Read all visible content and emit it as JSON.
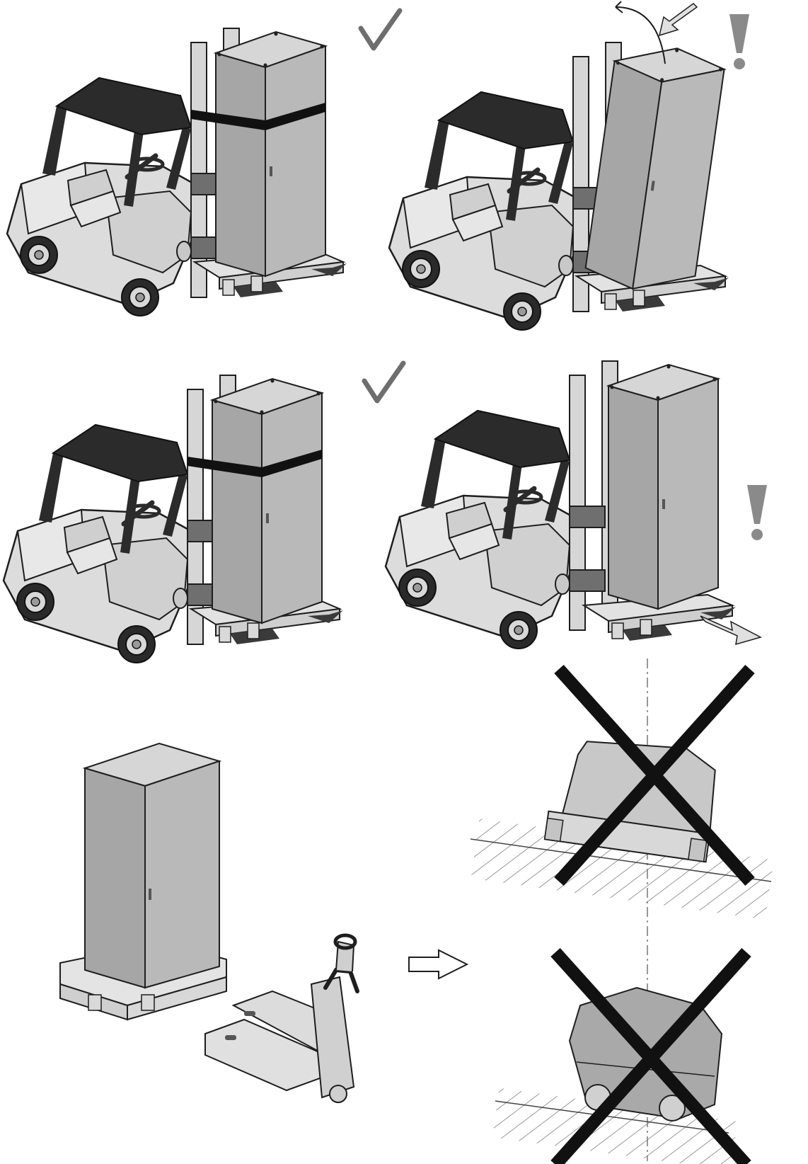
{
  "document": {
    "type": "transport-handling-instructions",
    "panels": [
      {
        "id": "forklift-strapped-upright",
        "status": "correct",
        "status_icon": "check-icon"
      },
      {
        "id": "forklift-unstrapped-tilting",
        "status": "warning",
        "status_icon": "exclamation-icon"
      },
      {
        "id": "forklift-strapped-low-mast",
        "status": "correct",
        "status_icon": "check-icon"
      },
      {
        "id": "forklift-unstrapped-pallet-misaligned",
        "status": "warning",
        "status_icon": "exclamation-icon"
      },
      {
        "id": "pallet-jack-handover",
        "status": "neutral",
        "status_icon": "arrow-right-icon"
      },
      {
        "id": "tilted-on-pallet-ground",
        "status": "prohibited",
        "status_icon": "cross-icon"
      },
      {
        "id": "tilted-on-wheels-ground",
        "status": "prohibited",
        "status_icon": "cross-icon"
      }
    ]
  },
  "colors": {
    "outline": "#1e1e1e",
    "truck_body": "#dcdcdc",
    "truck_shade": "#bdbdbd",
    "roof": "#2b2b2b",
    "cabinet_light": "#cfcfcf",
    "cabinet_mid": "#a8a8a8",
    "cabinet_dark": "#8c8c8c",
    "check_mark": "#6e6e6e",
    "warning_mark": "#8a8a8a",
    "cross": "#111111"
  }
}
